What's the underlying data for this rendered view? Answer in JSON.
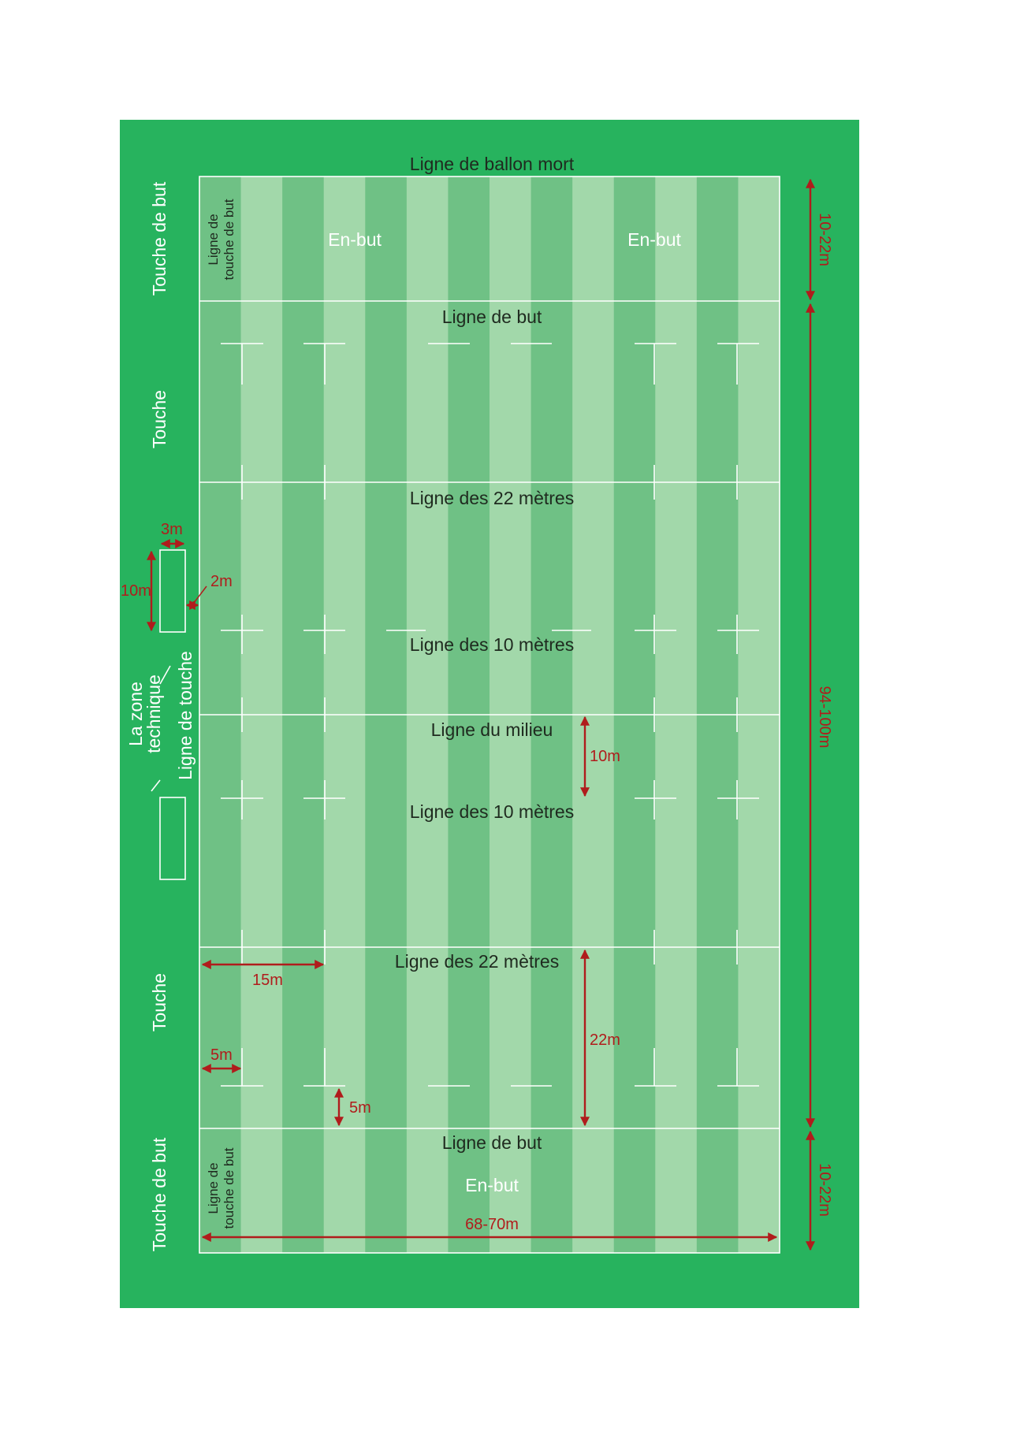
{
  "title": "",
  "labels": {
    "dead_ball_line": "Ligne de ballon mort",
    "in_goal_left": "En-but",
    "in_goal_right": "En-but",
    "in_goal_bottom": "En-but",
    "goal_line_top": "Ligne de but",
    "goal_line_bottom": "Ligne de but",
    "line_22_top": "Ligne des 22 mètres",
    "line_22_bottom": "Ligne des 22 mètres",
    "line_10_top": "Ligne des 10 mètres",
    "line_10_bottom": "Ligne des 10 mètres",
    "halfway_line": "Ligne du milieu",
    "touch_in_goal_top": "Touche de but",
    "touch_in_goal_bottom": "Touche de but",
    "touch_top": "Touche",
    "touch_bottom": "Touche",
    "touch_line": "Ligne de touche",
    "technical_zone_1": "La zone",
    "technical_zone_2": "technique",
    "touch_in_goal_line_1": "Ligne de",
    "touch_in_goal_line_2": "touche de but"
  },
  "dimensions": {
    "in_goal_depth_top": "10-22m",
    "in_goal_depth_bottom": "10-22m",
    "field_length": "94-100m",
    "field_width": "68-70m",
    "tz_width": "3m",
    "tz_length": "10m",
    "tz_offset": "2m",
    "ten_m": "10m",
    "twenty_two_m": "22m",
    "fifteen_m": "15m",
    "five_m_side": "5m",
    "five_m_goal": "5m"
  },
  "colors": {
    "surround": "#27b35e",
    "stripe_dark": "#6fc185",
    "stripe_light": "#a2d8aa",
    "lines": "#ffffff",
    "dimension_arrows": "#b01c1c"
  }
}
